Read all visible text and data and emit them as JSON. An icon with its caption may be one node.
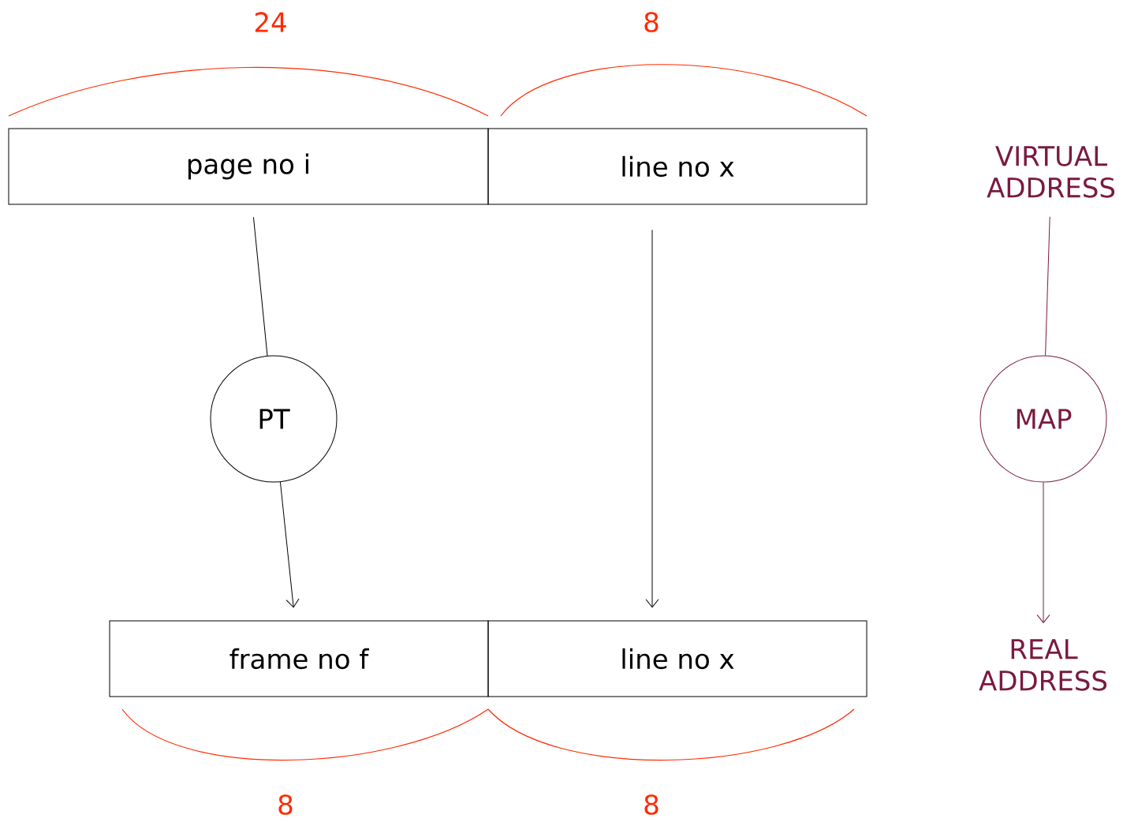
{
  "diagram": {
    "nodes": [
      {
        "text": [
          "page no i"
        ]
      },
      {
        "text": [
          "line no x"
        ]
      },
      {
        "text": [
          "PT"
        ]
      },
      {
        "text": [
          "frame no f"
        ]
      },
      {
        "text": [
          "line no x"
        ]
      },
      {
        "text": [
          "VIRTUAL ADDRESS"
        ]
      },
      {
        "text": [
          "MAP"
        ]
      },
      {
        "text": [
          "REAL ADDRESS"
        ]
      }
    ],
    "edges": [
      {
        "from": 0,
        "to": 2,
        "arrow": "none"
      },
      {
        "from": 2,
        "to": 3,
        "arrow": "to"
      },
      {
        "from": 1,
        "to": 4,
        "arrow": "to"
      },
      {
        "from": 5,
        "to": 6,
        "arrow": "none",
        "color": "#7a1a3e"
      },
      {
        "from": 6,
        "to": 7,
        "arrow": "to",
        "color": "#7a1a3e"
      }
    ],
    "labels": [
      "24",
      "8",
      "8",
      "8"
    ]
  }
}
